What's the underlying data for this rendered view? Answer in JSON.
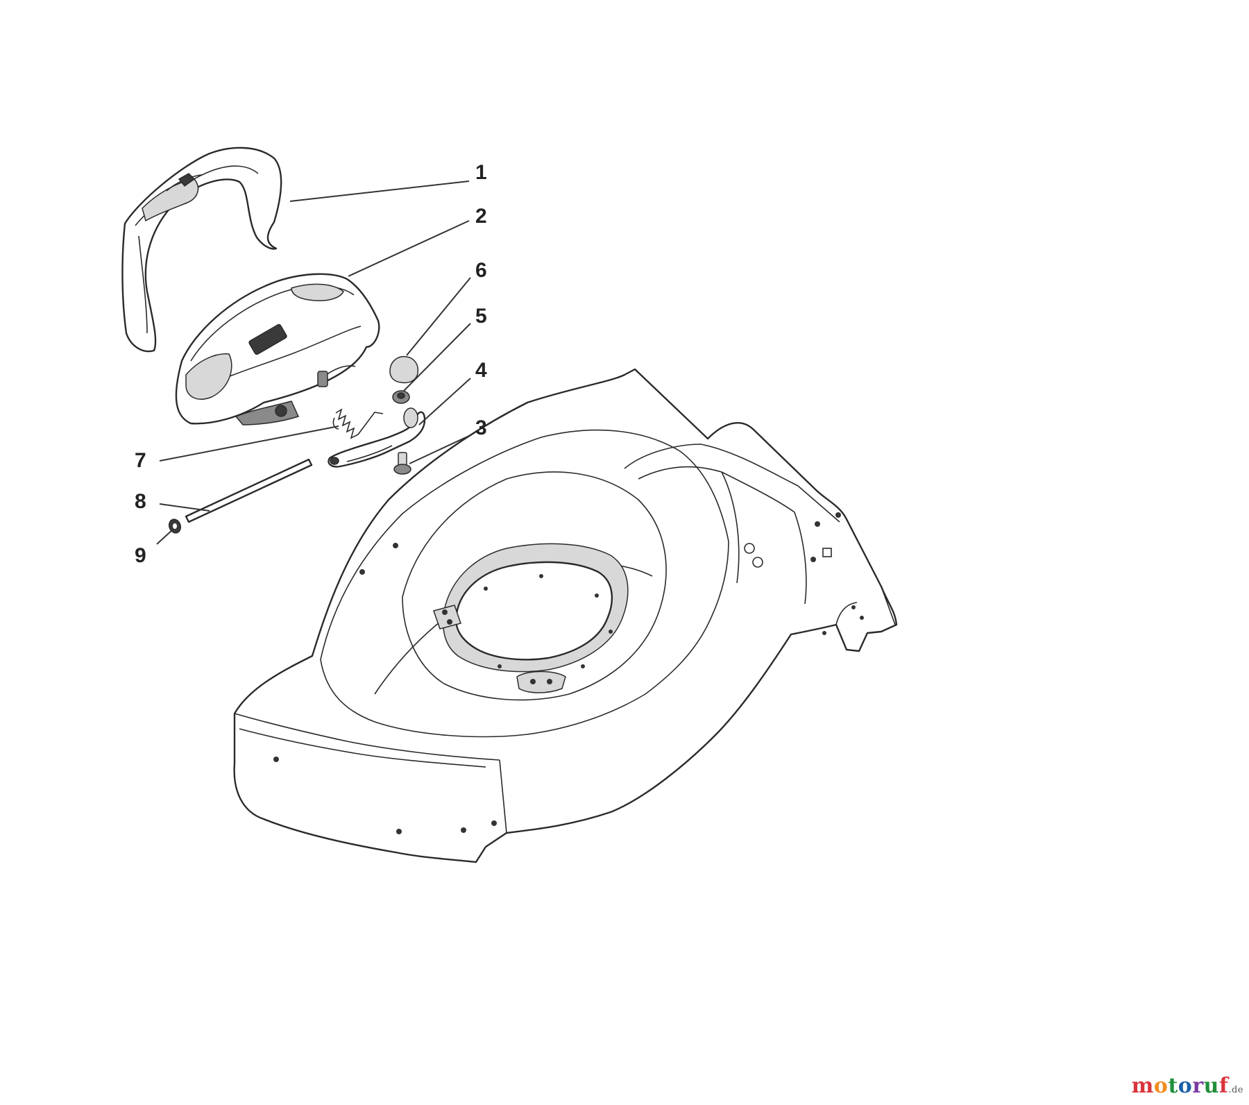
{
  "diagram": {
    "callouts": [
      "1",
      "2",
      "3",
      "4",
      "5",
      "6",
      "7",
      "8",
      "9"
    ]
  },
  "watermark": {
    "text": "motoruf",
    "tld": ".de",
    "colors": [
      "#d9343b",
      "#f28c1e",
      "#1f8f3a",
      "#1b5fa8",
      "#7a3aa0",
      "#1f8f3a",
      "#d9343b"
    ]
  }
}
